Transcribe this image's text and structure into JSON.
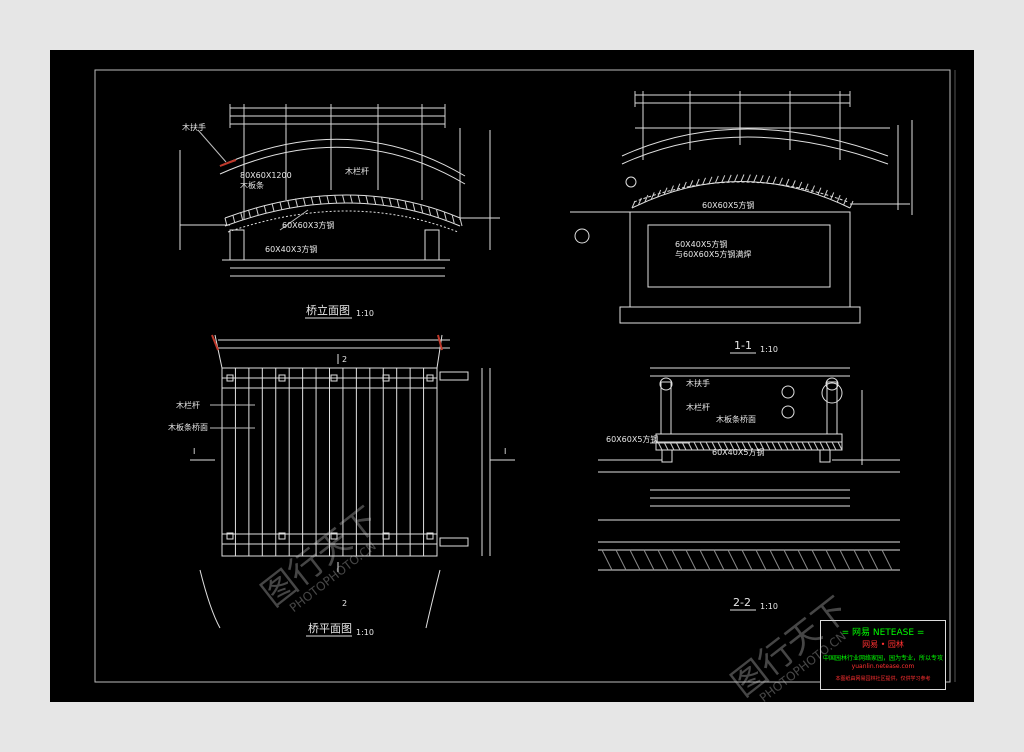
{
  "drawing": {
    "elevation": {
      "title": "桥立面图",
      "scale": "1:10",
      "labels": {
        "handrail": "木扶手",
        "rail_size": "80X60X1200",
        "deck_strip": "木板条",
        "post": "木栏杆",
        "steel_60": "60X60X3方钢",
        "steel_40": "60X40X3方钢"
      }
    },
    "section11": {
      "title": "1-1",
      "scale": "1:10",
      "labels": {
        "steel_60x60x5": "60X60X5方钢",
        "steel_note_1": "60X40X5方钢",
        "steel_note_2": "与60X60X5方钢满焊"
      }
    },
    "plan": {
      "title": "桥平面图",
      "scale": "1:10",
      "section_mark": "I",
      "cut_mark": "2",
      "labels": {
        "post": "木栏杆",
        "deck_surface": "木板条桥面"
      }
    },
    "section22": {
      "title": "2-2",
      "scale": "1:10",
      "labels": {
        "handrail": "木扶手",
        "post": "木栏杆",
        "deck": "木板条桥面",
        "steel_60x60x5": "60X60X5方钢",
        "steel_60x40x5": "60X40X5方钢"
      }
    }
  },
  "stamp": {
    "line1": "= 网易  NETEASE =",
    "line2": "网易 • 园林",
    "line3": "中国园林行业网络家园，园为专业，所以专攻",
    "line4": "yuanlin.netease.com",
    "line5": "本图纸由网易园林社区提供，仅供学习参考"
  },
  "watermark": {
    "brand": "图行天下",
    "url": "PHOTOPHOTO.CN"
  },
  "colors": {
    "sheet": "#000000",
    "line": "#e8e8e8",
    "accent_red": "#c0392b",
    "stamp_green": "#00ff00",
    "stamp_red": "#ff3030"
  }
}
